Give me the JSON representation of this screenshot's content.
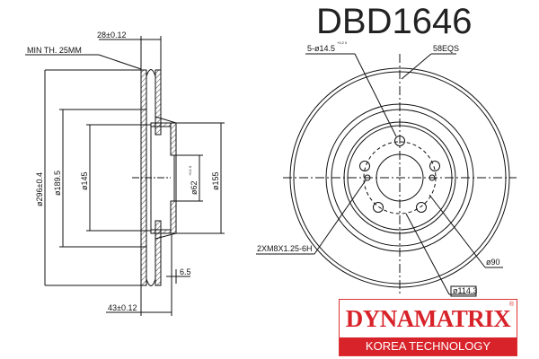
{
  "part_number": "DBD1646",
  "side_view": {
    "min_thickness": "MIN TH. 25MM",
    "thickness": "28±0.12",
    "total_height": "43±0.12",
    "hat_wall": "6.5",
    "outer_diameter": "ø296±0.4",
    "diameter_1": "ø189.5",
    "diameter_2": "ø145",
    "center_bore": "ø62",
    "center_bore_tol": "+0.1 0",
    "hat_diameter": "ø155"
  },
  "front_view": {
    "bolt_holes": "5-ø14.5",
    "bolt_holes_tol": "+0.2 0",
    "angle_note": "58EQS",
    "thread": "2XM8X1.25-6H",
    "diameter_90": "ø90",
    "pcd": "ø114.3"
  },
  "logo": {
    "brand": "DYNAMATRIX",
    "registered": "®",
    "tagline": "KOREA TECHNOLOGY",
    "color": "#d8232a"
  }
}
